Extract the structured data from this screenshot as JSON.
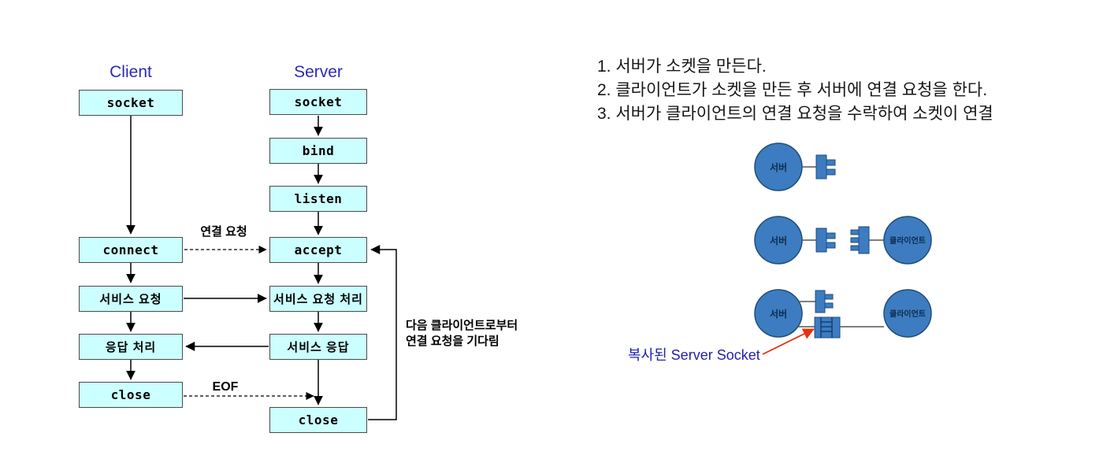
{
  "colors": {
    "box_fill": "#ccffff",
    "box_border": "#4a4a4a",
    "header_blue": "#2b2bb3",
    "node_blue": "#3d7cc1",
    "node_border": "#1f4e79",
    "arrow_black": "#000000",
    "red_arrow": "#e8300a",
    "copied_label_navy": "#2222aa"
  },
  "flowchart": {
    "client": {
      "title": "Client",
      "boxes": [
        "socket",
        "connect",
        "서비스 요청",
        "응답 처리",
        "close"
      ]
    },
    "server": {
      "title": "Server",
      "boxes": [
        "socket",
        "bind",
        "listen",
        "accept",
        "서비스 요청 처리",
        "서비스 응답",
        "close"
      ]
    },
    "labels": {
      "connect_request": "연결 요청",
      "eof": "EOF",
      "wait_line1": "다음 클라이언트로부터",
      "wait_line2": "연결 요청을 기다림"
    }
  },
  "notes": {
    "line1": "1. 서버가 소켓을 만든다.",
    "line2": "2. 클라이언트가 소켓을 만든 후 서버에 연결 요청을 한다.",
    "line3": "3. 서버가 클라이언트의 연결 요청을 수락하여 소켓이 연결"
  },
  "socket_diagram": {
    "server_label": "서버",
    "client_label": "클라이언트",
    "copied_socket_label": "복사된 Server Socket"
  }
}
